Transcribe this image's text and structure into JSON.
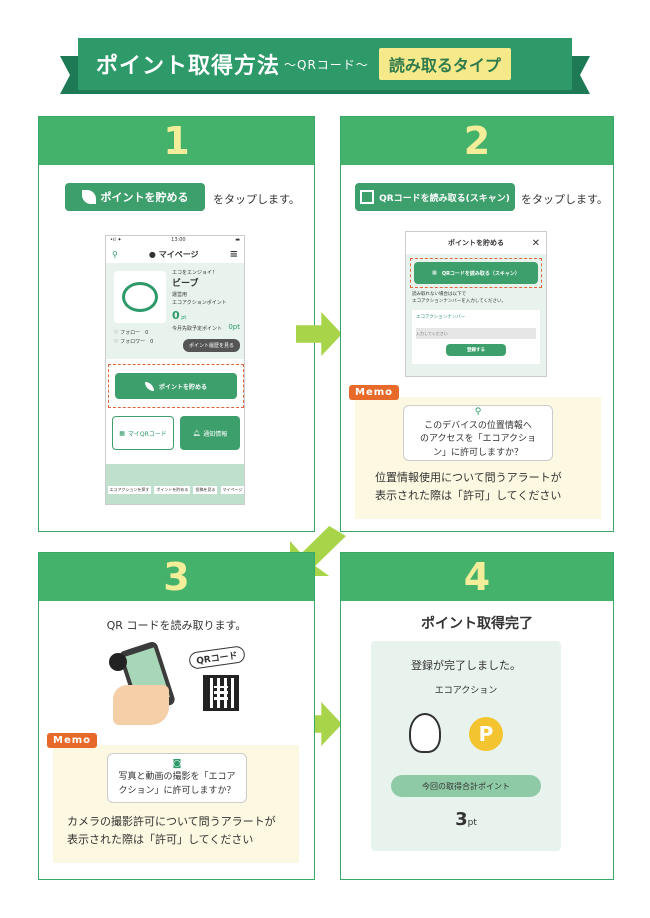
{
  "banner": {
    "title": "ポイント取得方法",
    "subtitle": "～QRコード～",
    "tag": "読み取るタイプ"
  },
  "colors": {
    "green": "#3d9f6c",
    "panel_head": "#45b26b",
    "number": "#f4ee9a",
    "memo": "#e86a2a",
    "arrow": "#a8d44a"
  },
  "step1": {
    "number": "1",
    "button": "ポイントを貯める",
    "instruction": "をタップします。",
    "phone": {
      "time": "13:00",
      "title": "マイページ",
      "menu": "menu",
      "greeting": "エコをエンジョイ！",
      "name": "ビーブ",
      "id": "運営用",
      "points_label": "エコアクションポイント",
      "points": "0",
      "unit": "pt",
      "planned_label": "今月先取予定ポイント",
      "planned": "0pt",
      "follow": "♡ フォロー　0",
      "follower": "♡ フォロワー　0",
      "history": "ポイント履歴を見る",
      "save_button": "ポイントを貯める",
      "myqr": "マイQRコード",
      "notice": "通知情報",
      "nav": [
        "エコアクションを探す",
        "ポイントを貯める",
        "投稿を見る",
        "マイページ"
      ]
    }
  },
  "step2": {
    "number": "2",
    "button": "QRコードを読み取る(スキャン)",
    "instruction": "をタップします。",
    "modal": {
      "title": "ポイントを貯める",
      "scan": "QRコードを読み取る（スキャン）",
      "note1": "読み取れない場合は以下で",
      "note2": "エコアクションナンバーを入力してください。",
      "field_label": "エコアクションナンバー",
      "field_placeholder": "入力してください",
      "register": "登録する"
    },
    "memo": {
      "tag": "Memo",
      "alert1": "このデバイスの位置情報へ",
      "alert2": "のアクセスを「エコアクショ",
      "alert3": "ン」に許可しますか？",
      "text1": "位置情報使用について問うアラートが",
      "text2": "表示された際は「許可」してください"
    }
  },
  "step3": {
    "number": "3",
    "instruction": "QR コードを読み取ります。",
    "qr_label": "QRコード",
    "memo": {
      "tag": "Memo",
      "alert1": "写真と動画の撮影を「エコア",
      "alert2": "クション」に許可しますか？",
      "text1": "カメラの撮影許可について問うアラートが",
      "text2": "表示された際は「許可」してください"
    }
  },
  "step4": {
    "number": "4",
    "title": "ポイント取得完了",
    "done": "登録が完了しました。",
    "action": "エコアクション",
    "p_icon": "P",
    "total_label": "今回の取得合計ポイント",
    "total": "3",
    "unit": "pt"
  }
}
